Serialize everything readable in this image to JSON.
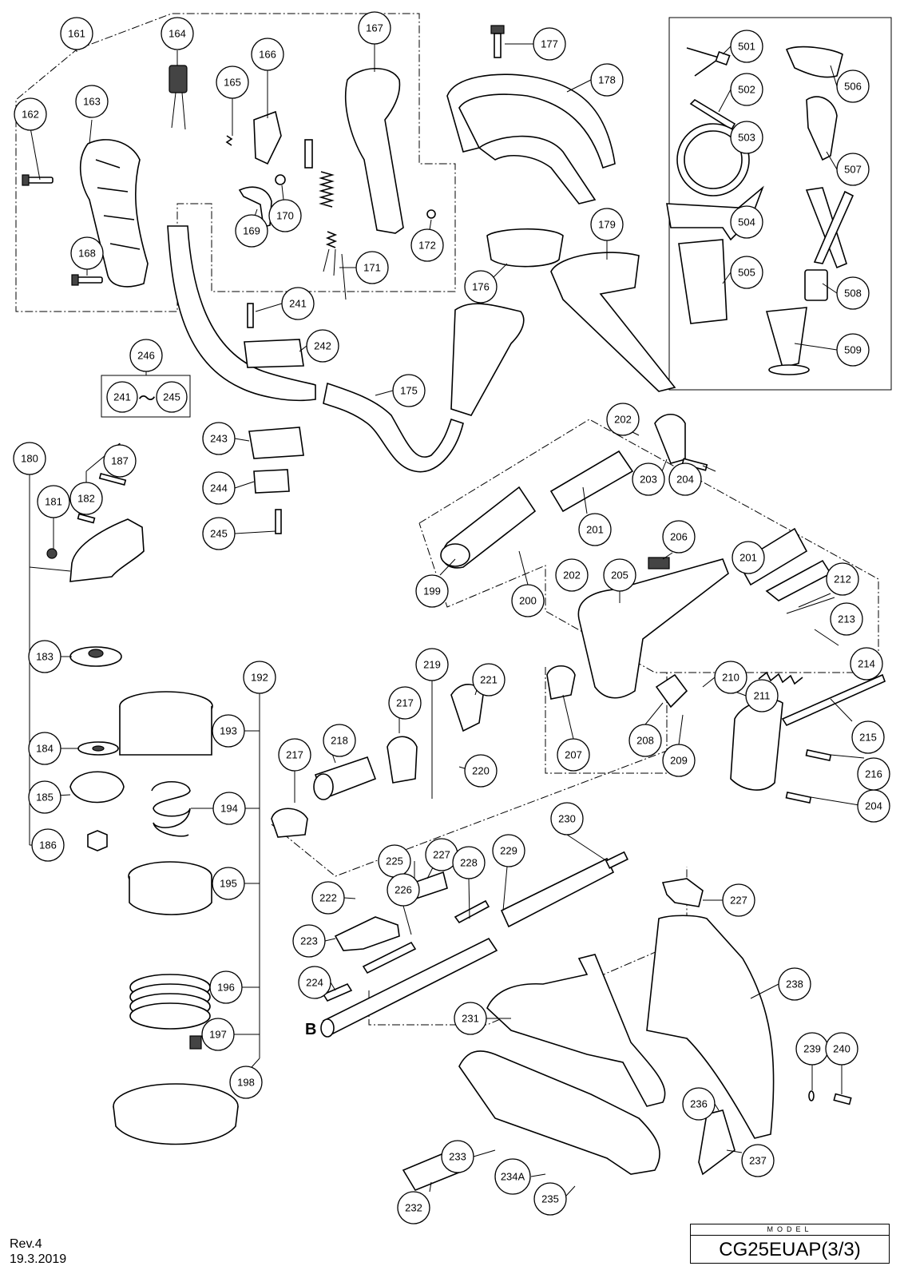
{
  "callouts": [
    {
      "id": "161"
    },
    {
      "id": "162"
    },
    {
      "id": "163"
    },
    {
      "id": "164"
    },
    {
      "id": "165"
    },
    {
      "id": "166"
    },
    {
      "id": "167"
    },
    {
      "id": "168"
    },
    {
      "id": "169"
    },
    {
      "id": "170"
    },
    {
      "id": "171"
    },
    {
      "id": "172"
    },
    {
      "id": "175"
    },
    {
      "id": "176"
    },
    {
      "id": "177"
    },
    {
      "id": "178"
    },
    {
      "id": "179"
    },
    {
      "id": "180"
    },
    {
      "id": "181"
    },
    {
      "id": "182"
    },
    {
      "id": "183"
    },
    {
      "id": "184"
    },
    {
      "id": "185"
    },
    {
      "id": "186"
    },
    {
      "id": "187"
    },
    {
      "id": "192"
    },
    {
      "id": "193"
    },
    {
      "id": "194"
    },
    {
      "id": "195"
    },
    {
      "id": "196"
    },
    {
      "id": "197"
    },
    {
      "id": "198"
    },
    {
      "id": "199"
    },
    {
      "id": "200"
    },
    {
      "id": "201a"
    },
    {
      "id": "201b"
    },
    {
      "id": "202a"
    },
    {
      "id": "202b"
    },
    {
      "id": "203"
    },
    {
      "id": "204a"
    },
    {
      "id": "204b"
    },
    {
      "id": "205"
    },
    {
      "id": "206"
    },
    {
      "id": "207"
    },
    {
      "id": "208"
    },
    {
      "id": "209"
    },
    {
      "id": "210"
    },
    {
      "id": "211"
    },
    {
      "id": "212"
    },
    {
      "id": "213"
    },
    {
      "id": "214"
    },
    {
      "id": "215"
    },
    {
      "id": "216"
    },
    {
      "id": "217a"
    },
    {
      "id": "217b"
    },
    {
      "id": "218"
    },
    {
      "id": "219"
    },
    {
      "id": "220"
    },
    {
      "id": "221"
    },
    {
      "id": "222"
    },
    {
      "id": "223"
    },
    {
      "id": "224"
    },
    {
      "id": "225"
    },
    {
      "id": "226"
    },
    {
      "id": "227a"
    },
    {
      "id": "227b"
    },
    {
      "id": "228"
    },
    {
      "id": "229"
    },
    {
      "id": "230"
    },
    {
      "id": "231"
    },
    {
      "id": "232"
    },
    {
      "id": "233"
    },
    {
      "id": "234A"
    },
    {
      "id": "235"
    },
    {
      "id": "236"
    },
    {
      "id": "237"
    },
    {
      "id": "238"
    },
    {
      "id": "239"
    },
    {
      "id": "240"
    },
    {
      "id": "241a"
    },
    {
      "id": "241b"
    },
    {
      "id": "242"
    },
    {
      "id": "243"
    },
    {
      "id": "244"
    },
    {
      "id": "245a"
    },
    {
      "id": "245b"
    },
    {
      "id": "246"
    },
    {
      "id": "501"
    },
    {
      "id": "502"
    },
    {
      "id": "503"
    },
    {
      "id": "504"
    },
    {
      "id": "505"
    },
    {
      "id": "506"
    },
    {
      "id": "507"
    },
    {
      "id": "508"
    },
    {
      "id": "509"
    }
  ],
  "labels": {
    "c161": "161",
    "c162": "162",
    "c163": "163",
    "c164": "164",
    "c165": "165",
    "c166": "166",
    "c167": "167",
    "c168": "168",
    "c169": "169",
    "c170": "170",
    "c171": "171",
    "c172": "172",
    "c175": "175",
    "c176": "176",
    "c177": "177",
    "c178": "178",
    "c179": "179",
    "c180": "180",
    "c181": "181",
    "c182": "182",
    "c183": "183",
    "c184": "184",
    "c185": "185",
    "c186": "186",
    "c187": "187",
    "c192": "192",
    "c193": "193",
    "c194": "194",
    "c195": "195",
    "c196": "196",
    "c197": "197",
    "c198": "198",
    "c199": "199",
    "c200": "200",
    "c201a": "201",
    "c201b": "201",
    "c202a": "202",
    "c202b": "202",
    "c203": "203",
    "c204a": "204",
    "c204b": "204",
    "c205": "205",
    "c206": "206",
    "c207": "207",
    "c208": "208",
    "c209": "209",
    "c210": "210",
    "c211": "211",
    "c212": "212",
    "c213": "213",
    "c214": "214",
    "c215": "215",
    "c216": "216",
    "c217a": "217",
    "c217b": "217",
    "c218": "218",
    "c219": "219",
    "c220": "220",
    "c221": "221",
    "c222": "222",
    "c223": "223",
    "c224": "224",
    "c225": "225",
    "c226": "226",
    "c227a": "227",
    "c227b": "227",
    "c228": "228",
    "c229": "229",
    "c230": "230",
    "c231": "231",
    "c232": "232",
    "c233": "233",
    "c234A": "234A",
    "c235": "235",
    "c236": "236",
    "c237": "237",
    "c238": "238",
    "c239": "239",
    "c240": "240",
    "c241a": "241",
    "c241b": "241",
    "c242": "242",
    "c243": "243",
    "c244": "244",
    "c245a": "245",
    "c245b": "245",
    "c246": "246",
    "c501": "501",
    "c502": "502",
    "c503": "503",
    "c504": "504",
    "c505": "505",
    "c506": "506",
    "c507": "507",
    "c508": "508",
    "c509": "509",
    "range_tilde": "～",
    "point_b": "B"
  },
  "footer": {
    "revision": "Rev.4",
    "date": "19.3.2019",
    "model_caption": "MODEL",
    "model_name": "CG25EUAP(3/3)"
  }
}
